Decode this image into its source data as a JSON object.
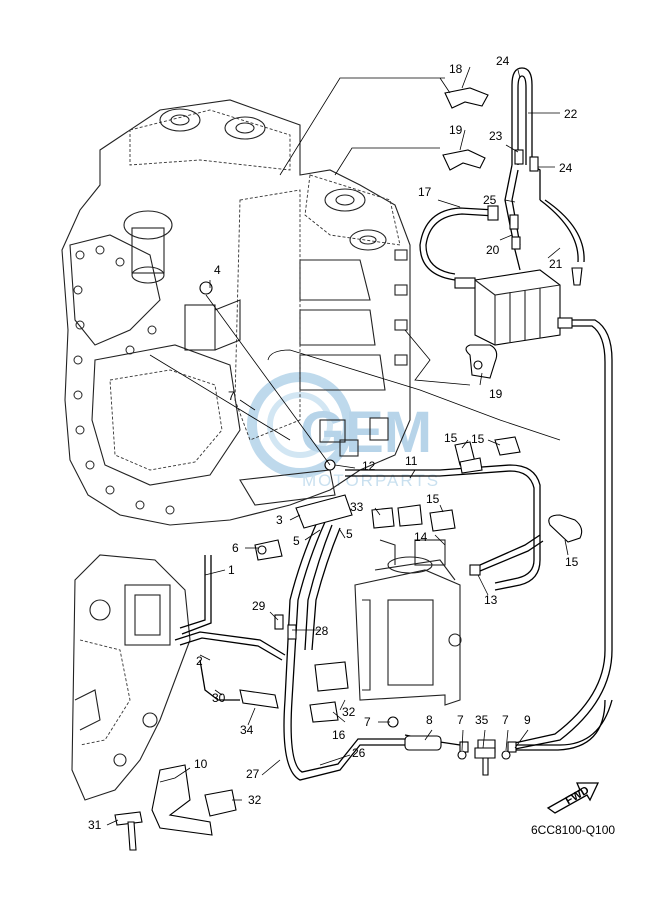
{
  "diagram": {
    "code": "6CC8100-Q100",
    "direction_arrow": "FWD",
    "watermark_main": "GEM",
    "watermark_sub": "MOTORPARTS",
    "callouts": [
      {
        "id": "c1",
        "text": "1"
      },
      {
        "id": "c2",
        "text": "2"
      },
      {
        "id": "c3",
        "text": "3"
      },
      {
        "id": "c4",
        "text": "4"
      },
      {
        "id": "c5a",
        "text": "5"
      },
      {
        "id": "c5b",
        "text": "5"
      },
      {
        "id": "c6",
        "text": "6"
      },
      {
        "id": "c7a",
        "text": "7"
      },
      {
        "id": "c7b",
        "text": "7"
      },
      {
        "id": "c7c",
        "text": "7"
      },
      {
        "id": "c7d",
        "text": "7"
      },
      {
        "id": "c8",
        "text": "8"
      },
      {
        "id": "c9",
        "text": "9"
      },
      {
        "id": "c10",
        "text": "10"
      },
      {
        "id": "c11",
        "text": "11"
      },
      {
        "id": "c12",
        "text": "12"
      },
      {
        "id": "c13",
        "text": "13"
      },
      {
        "id": "c14",
        "text": "14"
      },
      {
        "id": "c15a",
        "text": "15"
      },
      {
        "id": "c15b",
        "text": "15"
      },
      {
        "id": "c15c",
        "text": "15"
      },
      {
        "id": "c15d",
        "text": "15"
      },
      {
        "id": "c16",
        "text": "16"
      },
      {
        "id": "c17",
        "text": "17"
      },
      {
        "id": "c18",
        "text": "18"
      },
      {
        "id": "c19a",
        "text": "19"
      },
      {
        "id": "c19b",
        "text": "19"
      },
      {
        "id": "c20",
        "text": "20"
      },
      {
        "id": "c21",
        "text": "21"
      },
      {
        "id": "c22",
        "text": "22"
      },
      {
        "id": "c23",
        "text": "23"
      },
      {
        "id": "c24a",
        "text": "24"
      },
      {
        "id": "c24b",
        "text": "24"
      },
      {
        "id": "c25",
        "text": "25"
      },
      {
        "id": "c26",
        "text": "26"
      },
      {
        "id": "c27",
        "text": "27"
      },
      {
        "id": "c28",
        "text": "28"
      },
      {
        "id": "c29",
        "text": "29"
      },
      {
        "id": "c30",
        "text": "30"
      },
      {
        "id": "c31",
        "text": "31"
      },
      {
        "id": "c32a",
        "text": "32"
      },
      {
        "id": "c32b",
        "text": "32"
      },
      {
        "id": "c33",
        "text": "33"
      },
      {
        "id": "c34",
        "text": "34"
      },
      {
        "id": "c35",
        "text": "35"
      }
    ]
  }
}
